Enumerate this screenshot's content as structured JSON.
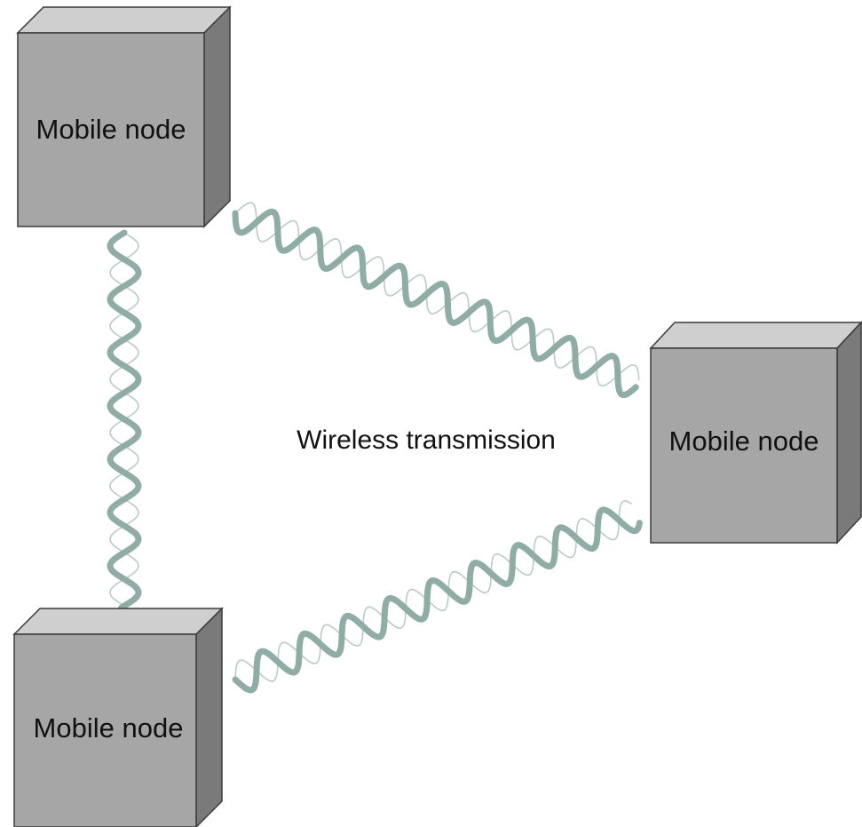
{
  "diagram": {
    "center_label": "Wireless transmission",
    "nodes": [
      {
        "id": "top-left",
        "label": "Mobile node"
      },
      {
        "id": "right",
        "label": "Mobile node"
      },
      {
        "id": "bottom-left",
        "label": "Mobile node"
      }
    ],
    "links": [
      {
        "from": "top-left",
        "to": "bottom-left",
        "style": "double-helix"
      },
      {
        "from": "top-left",
        "to": "right",
        "style": "double-helix"
      },
      {
        "from": "bottom-left",
        "to": "right",
        "style": "double-helix"
      }
    ],
    "colors": {
      "node_front": "#a6a6a6",
      "node_top": "#cfcfcf",
      "node_side": "#7a7a7a",
      "node_outline": "#3a3a3a",
      "wave_strong": "#8fada5",
      "wave_faint": "#b9cbc6"
    }
  }
}
